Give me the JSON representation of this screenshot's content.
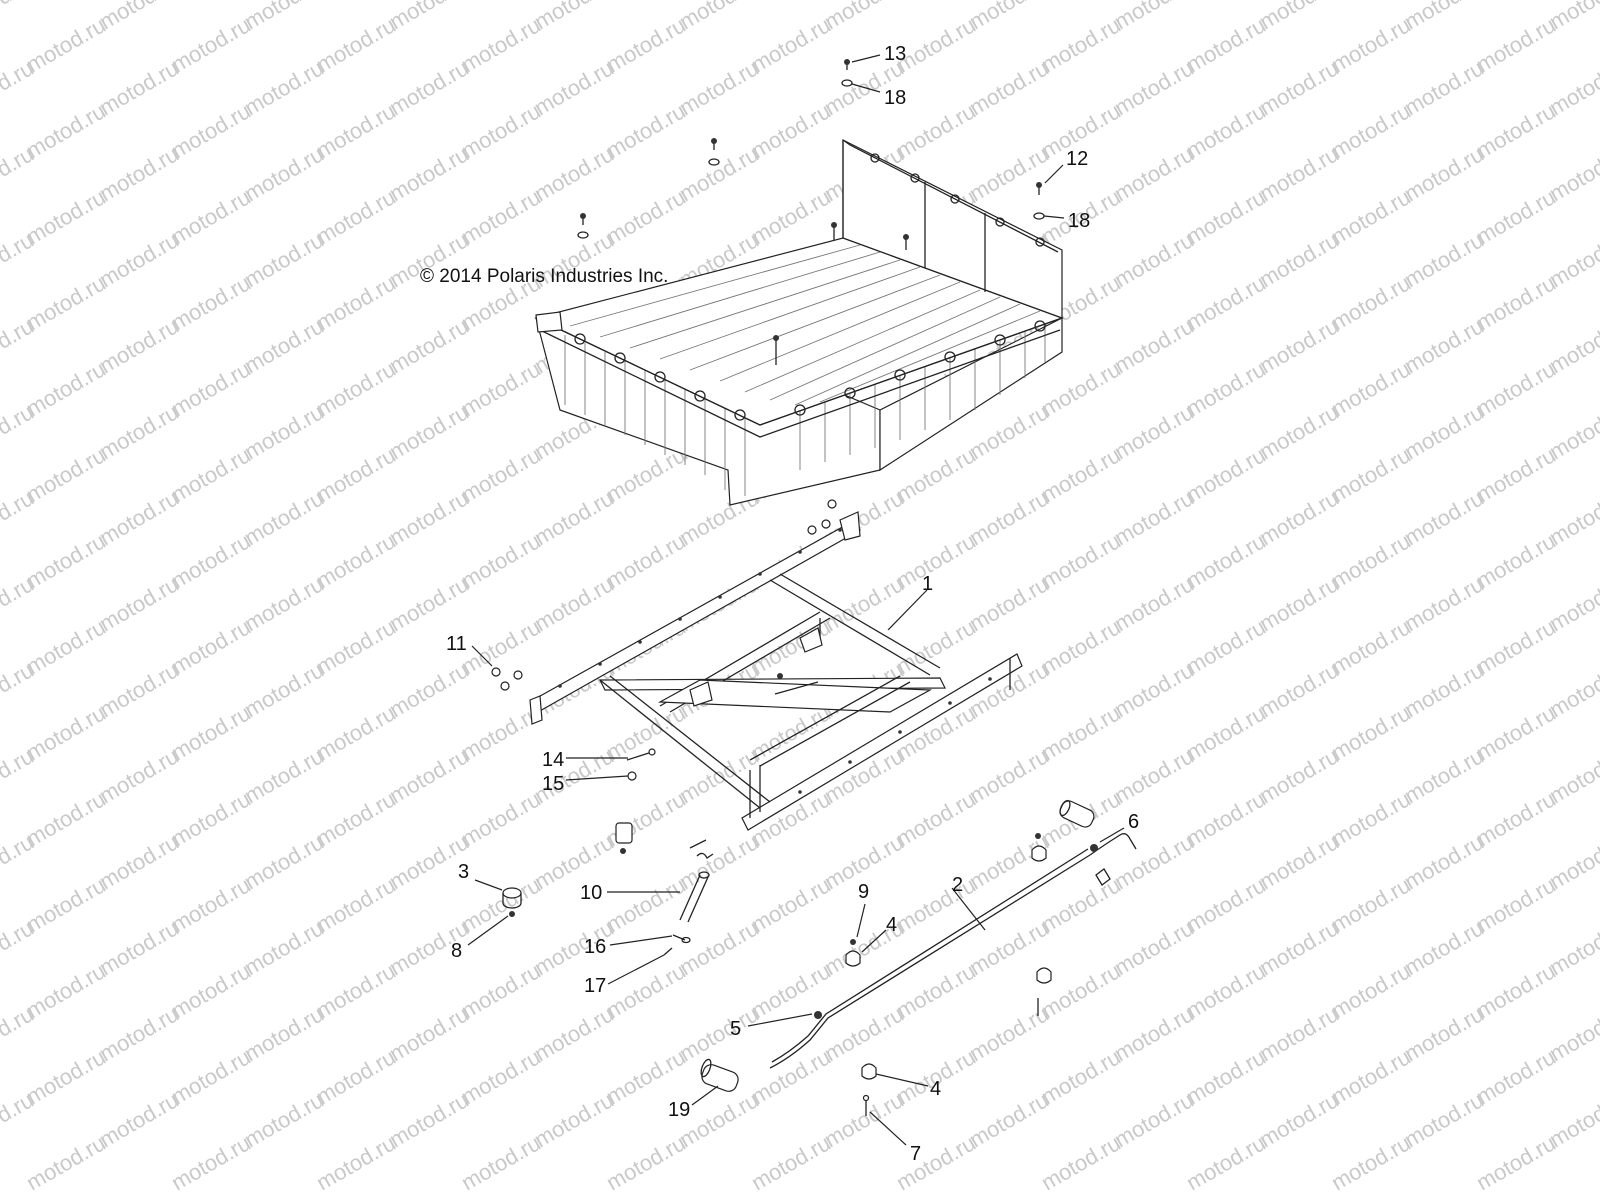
{
  "copyright": "© 2014 Polaris Industries Inc.",
  "watermark": "motod.ru",
  "callouts": [
    "13",
    "18",
    "12",
    "18",
    "1",
    "11",
    "14",
    "15",
    "6",
    "3",
    "10",
    "9",
    "4",
    "2",
    "8",
    "16",
    "17",
    "5",
    "4",
    "19",
    "7"
  ],
  "parts": {
    "cargo_box": "cargo-box",
    "support_frame": "box-support-frame",
    "tilt_lever_rod": "tilt-release-rod"
  }
}
